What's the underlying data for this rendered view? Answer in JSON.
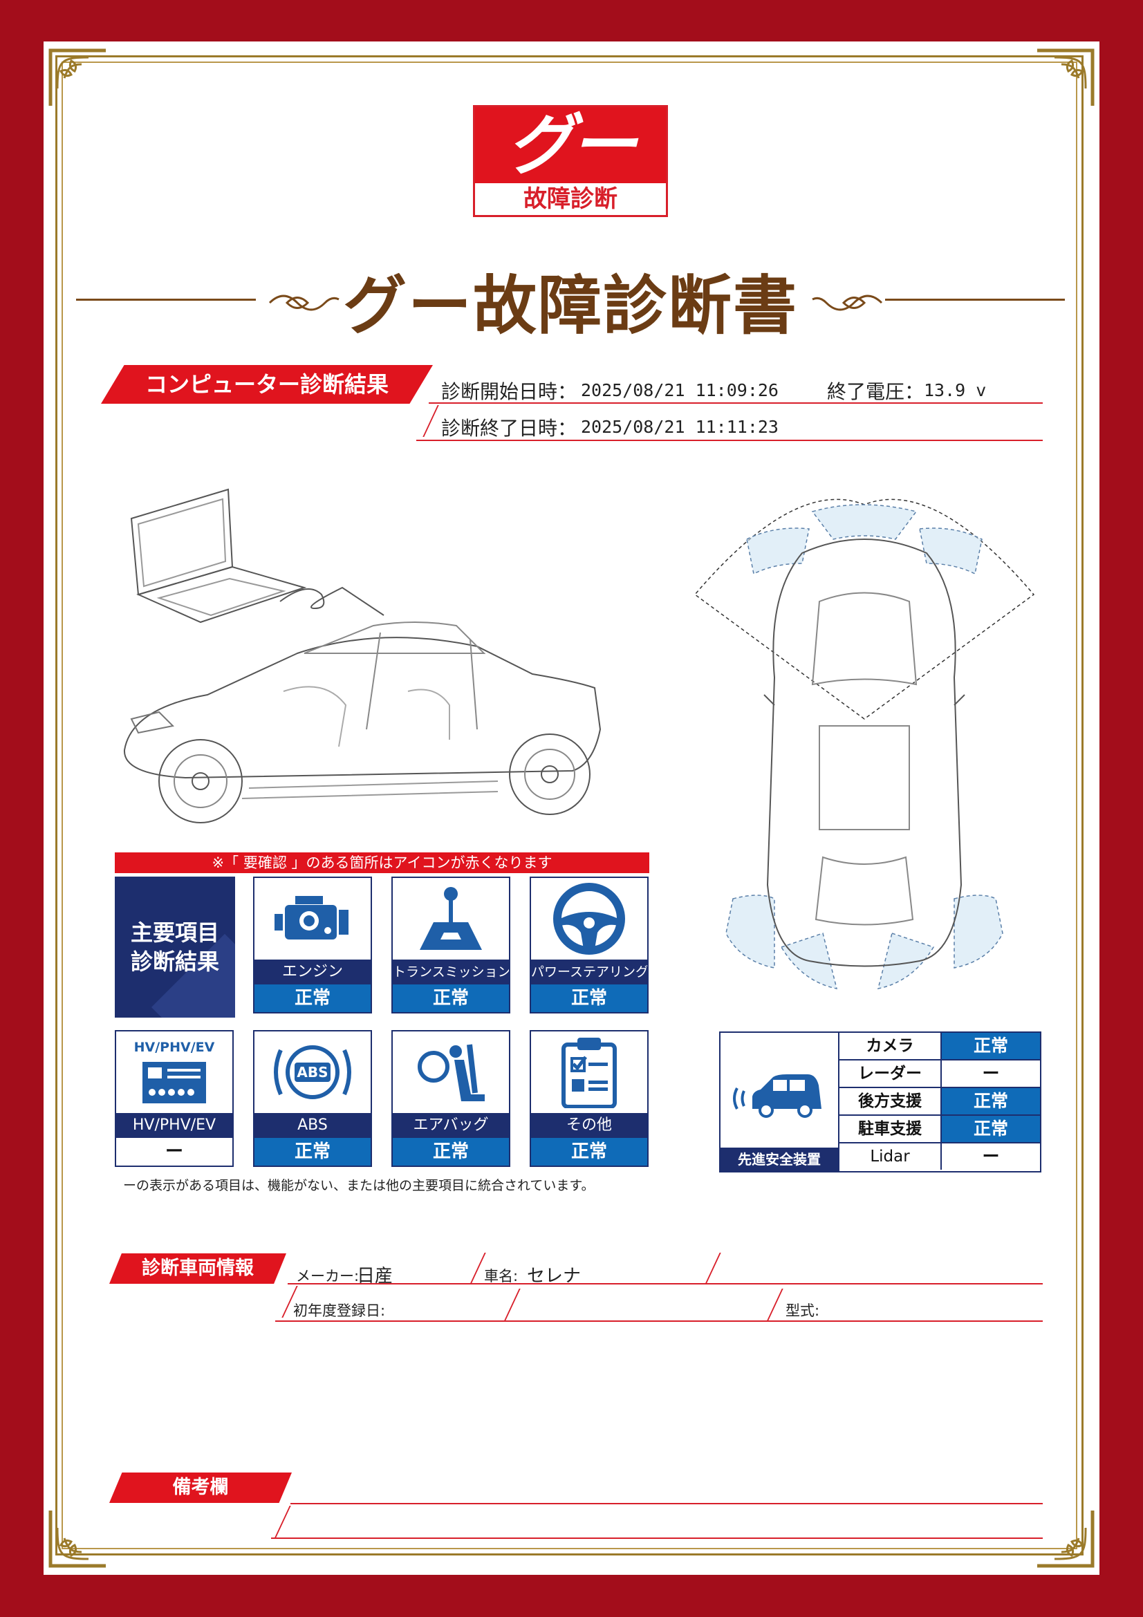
{
  "logo": {
    "mark": "グー",
    "subtitle": "故障診断"
  },
  "title": "グー故障診断書",
  "computer_diag": {
    "section_label": "コンピューター診断結果",
    "start_label": "診断開始日時：",
    "start_value": "2025/08/21 11:09:26",
    "end_label": "診断終了日時：",
    "end_value": "2025/08/21 11:11:23",
    "voltage_label": "終了電圧：",
    "voltage_value": "13.9 v"
  },
  "main_items": {
    "notice": "※「 要確認 」のある箇所はアイコンが赤くなります",
    "label": "主要項目\n診断結果",
    "items": [
      {
        "name": "エンジン",
        "status": "正常",
        "icon": "engine-icon"
      },
      {
        "name": "トランスミッション",
        "status": "正常",
        "icon": "gear-shift-icon"
      },
      {
        "name": "パワーステアリング",
        "status": "正常",
        "icon": "steering-wheel-icon"
      },
      {
        "name": "HV/PHV/EV",
        "status": "ー",
        "icon": "hybrid-battery-icon",
        "icon_caption": "HV/PHV/EV"
      },
      {
        "name": "ABS",
        "status": "正常",
        "icon": "abs-icon",
        "icon_caption": "ABS"
      },
      {
        "name": "エアバッグ",
        "status": "正常",
        "icon": "airbag-icon"
      },
      {
        "name": "その他",
        "status": "正常",
        "icon": "clipboard-check-icon"
      }
    ],
    "footnote": "ーの表示がある項目は、機能がない、または他の主要項目に統合されています。"
  },
  "advanced_safety": {
    "label": "先進安全装置",
    "rows": [
      {
        "name": "カメラ",
        "status": "正常"
      },
      {
        "name": "レーダー",
        "status": "ー"
      },
      {
        "name": "後方支援",
        "status": "正常"
      },
      {
        "name": "駐車支援",
        "status": "正常"
      },
      {
        "name": "Lidar",
        "status": "ー"
      }
    ]
  },
  "vehicle_info": {
    "section_label": "診断車両情報",
    "maker_label": "メーカー:",
    "maker_value": "日産",
    "model_label": "車名:",
    "model_value": "セレナ",
    "first_reg_label": "初年度登録日:",
    "first_reg_value": "",
    "type_label": "型式:",
    "type_value": ""
  },
  "remarks": {
    "section_label": "備考欄"
  },
  "colors": {
    "frame_red": "#a30d1b",
    "brand_red": "#e0141e",
    "navy": "#1d2e6e",
    "status_blue": "#0f6bb8",
    "title_brown": "#6b3c14",
    "gold": "#9b7a2a"
  }
}
